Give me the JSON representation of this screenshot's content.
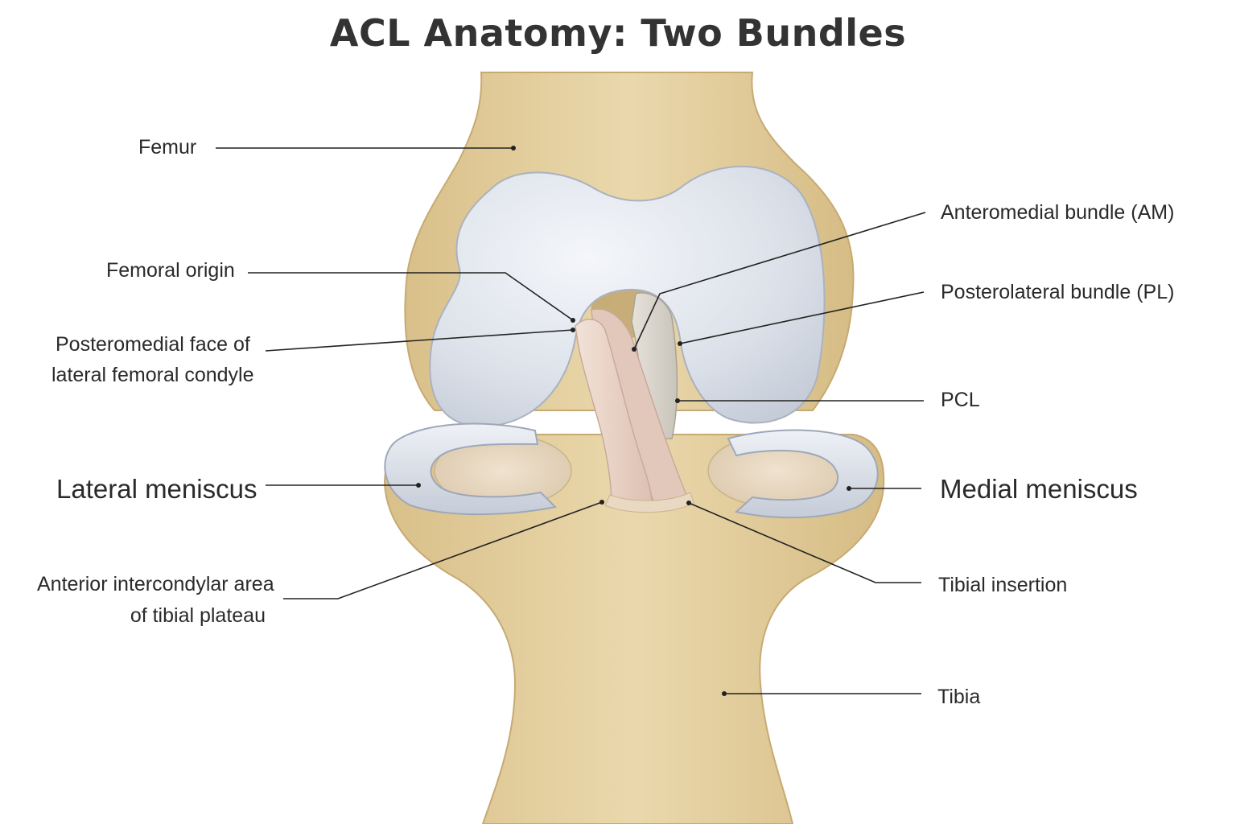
{
  "title": "ACL Anatomy: Two Bundles",
  "labels": {
    "femur": "Femur",
    "femoral_origin": "Femoral origin",
    "posteromedial_face_1": "Posteromedial face of",
    "posteromedial_face_2": "lateral femoral condyle",
    "lateral_meniscus": "Lateral meniscus",
    "anterior_area_1": "Anterior intercondylar area",
    "anterior_area_2": "of tibial plateau",
    "am_bundle": "Anteromedial bundle (AM)",
    "pl_bundle": "Posterolateral bundle (PL)",
    "pcl": "PCL",
    "medial_meniscus": "Medial meniscus",
    "tibial_insertion": "Tibial insertion",
    "tibia": "Tibia"
  },
  "colors": {
    "bone": "#e6d2a2",
    "bone_shadow": "#cdb27a",
    "cartilage": "#dfe4ec",
    "cartilage_edge": "#b7bfcc",
    "ligament": "#ead6cc",
    "pcl": "#d8d4cc",
    "leader": "#222222",
    "text": "#2a2a2a"
  }
}
